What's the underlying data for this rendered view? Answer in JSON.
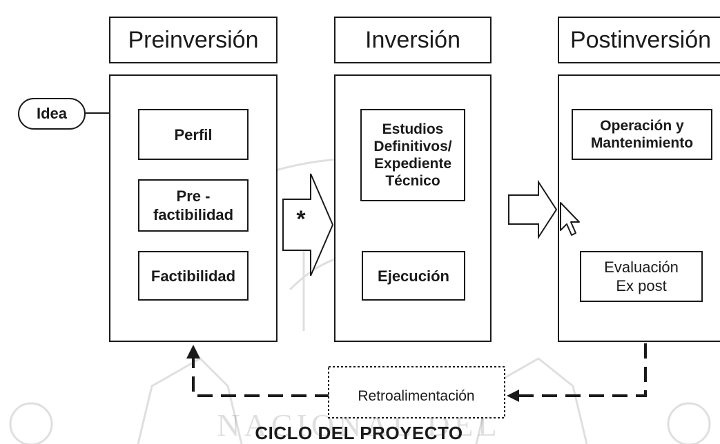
{
  "stages": {
    "preinversion": "Preinversión",
    "inversion": "Inversión",
    "postinversion": "Postinversión"
  },
  "idea": "Idea",
  "preinversion_steps": {
    "perfil": "Perfil",
    "prefactibilidad_line1": "Pre -",
    "prefactibilidad_line2": "factibilidad",
    "factibilidad": "Factibilidad"
  },
  "inversion_steps": {
    "estudios_line1": "Estudios",
    "estudios_line2": "Definitivos/",
    "estudios_line3": "Expediente",
    "estudios_line4": "Técnico",
    "ejecucion": "Ejecución"
  },
  "postinversion_steps": {
    "operacion_line1": "Operación y",
    "operacion_line2": "Mantenimiento",
    "evaluacion_line1": "Evaluación",
    "evaluacion_line2": "Ex post"
  },
  "arrow_marker": "*",
  "feedback": "Retroalimentación",
  "caption": "CICLO DEL PROYECTO",
  "watermark": "NACIONAL DEL"
}
